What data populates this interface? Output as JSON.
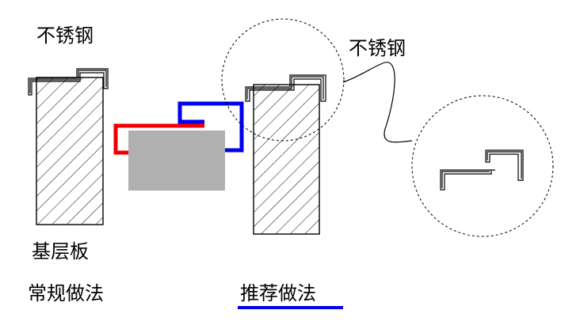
{
  "labels": {
    "stainless_left": "不锈钢",
    "stainless_right": "不锈钢",
    "base_board": "基层板",
    "method_conventional": "常规做法",
    "method_recommended": "推荐做法"
  },
  "colors": {
    "line": "#000000",
    "red_trim": "#ee0000",
    "blue_trim": "#0000ee",
    "gray_block": "#b0b0b0",
    "underline": "#0000ee"
  }
}
